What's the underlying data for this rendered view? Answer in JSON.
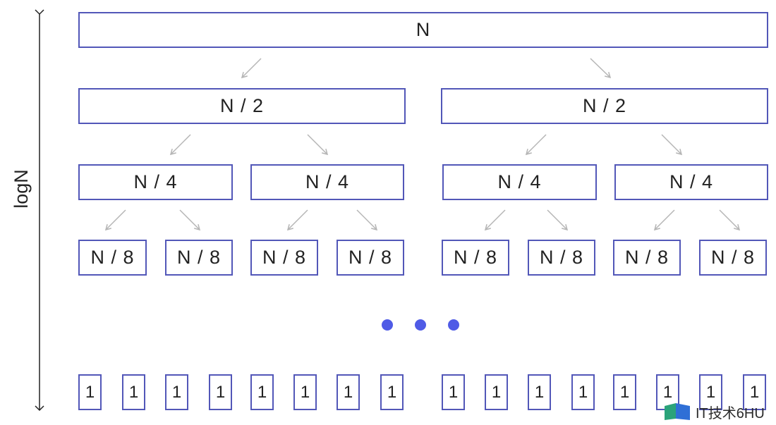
{
  "axis": {
    "label": "logN"
  },
  "levels": [
    {
      "label": "N",
      "count": 1
    },
    {
      "label": "N / 2",
      "count": 2
    },
    {
      "label": "N / 4",
      "count": 4
    },
    {
      "label": "N / 8",
      "count": 8
    }
  ],
  "ellipsis": {
    "dots": 3,
    "color": "#4f5be6"
  },
  "leaves": {
    "label": "1",
    "count": 16
  },
  "colors": {
    "box_border": "#5257b8",
    "arrow": "#b5b5b5",
    "axis": "#222222"
  },
  "watermark": {
    "text": "IT技术6HU",
    "icon": "book-logo-icon"
  }
}
